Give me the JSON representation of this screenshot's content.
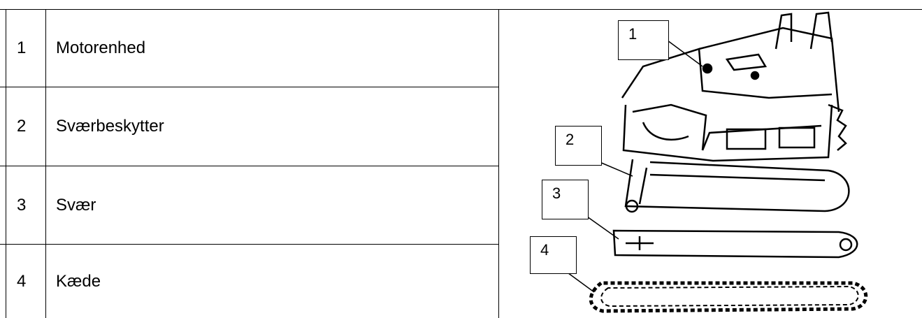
{
  "parts": [
    {
      "number": "1",
      "label": "Motorenhed"
    },
    {
      "number": "2",
      "label": "Sværbeskytter"
    },
    {
      "number": "3",
      "label": "Svær"
    },
    {
      "number": "4",
      "label": "Kæde"
    }
  ],
  "callouts": [
    "1",
    "2",
    "3",
    "4"
  ]
}
